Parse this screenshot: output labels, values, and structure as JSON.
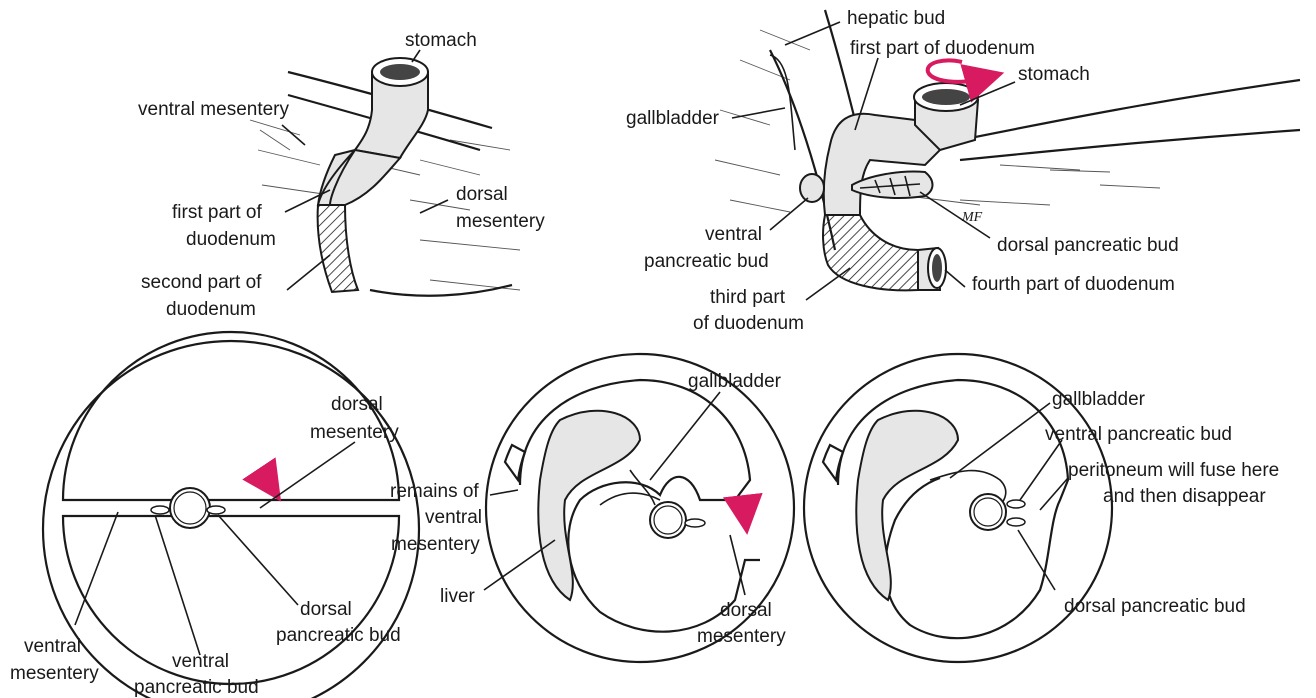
{
  "colors": {
    "accent": "#d81b60",
    "ink": "#1a1a1a",
    "stipple": "#e6e6e6"
  },
  "panels": {
    "top_left": {
      "stomach": "stomach",
      "ventral_mesentery": "ventral mesentery",
      "first_part_1": "first part of",
      "first_part_2": "duodenum",
      "dorsal_mesentery_1": "dorsal",
      "dorsal_mesentery_2": "mesentery",
      "second_part_1": "second part of",
      "second_part_2": "duodenum"
    },
    "top_right": {
      "hepatic_bud": "hepatic bud",
      "first_part": "first part of duodenum",
      "stomach": "stomach",
      "gallbladder": "gallbladder",
      "ventral_bud_1": "ventral",
      "ventral_bud_2": "pancreatic bud",
      "dorsal_bud": "dorsal pancreatic bud",
      "third_part_1": "third part",
      "third_part_2": "of duodenum",
      "fourth_part": "fourth part of duodenum",
      "signature": "MF"
    },
    "bottom_left": {
      "dorsal_mesentery_1": "dorsal",
      "dorsal_mesentery_2": "mesentery",
      "dorsal_bud_1": "dorsal",
      "dorsal_bud_2": "pancreatic bud",
      "ventral_mesentery_1": "ventral",
      "ventral_mesentery_2": "mesentery",
      "ventral_bud_1": "ventral",
      "ventral_bud_2": "pancreatic bud"
    },
    "bottom_middle": {
      "gallbladder": "gallbladder",
      "remains_1": "remains of",
      "remains_2": "ventral",
      "remains_3": "mesentery",
      "liver": "liver",
      "dorsal_mesentery_1": "dorsal",
      "dorsal_mesentery_2": "mesentery"
    },
    "bottom_right": {
      "gallbladder": "gallbladder",
      "ventral_bud": "ventral pancreatic bud",
      "peritoneum_1": "peritoneum will fuse here",
      "peritoneum_2": "and then disappear",
      "dorsal_bud": "dorsal pancreatic bud"
    }
  }
}
